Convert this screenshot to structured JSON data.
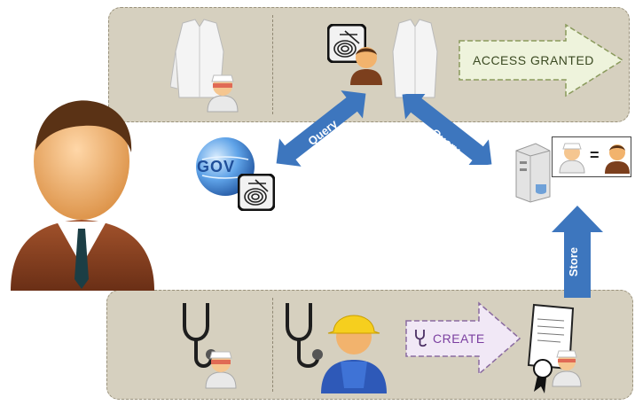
{
  "labels": {
    "access_granted": "ACCESS GRANTED",
    "create": "CREATE",
    "query_left": "Query",
    "query_right": "Query",
    "store": "Store",
    "gov": "GOV",
    "equals": "="
  },
  "colors": {
    "band": "#d6d0bf",
    "blue_arrow": "#3d76be",
    "green_arrow_fill": "#eef3dc",
    "purple_arrow_fill": "#f1e8f6"
  },
  "icons": [
    "doctor-coat-icon",
    "nurse-icon",
    "fingerprint-icon",
    "user-icon",
    "globe-icon",
    "server-icon",
    "stethoscope-icon",
    "worker-icon",
    "certificate-icon",
    "person-icon"
  ]
}
